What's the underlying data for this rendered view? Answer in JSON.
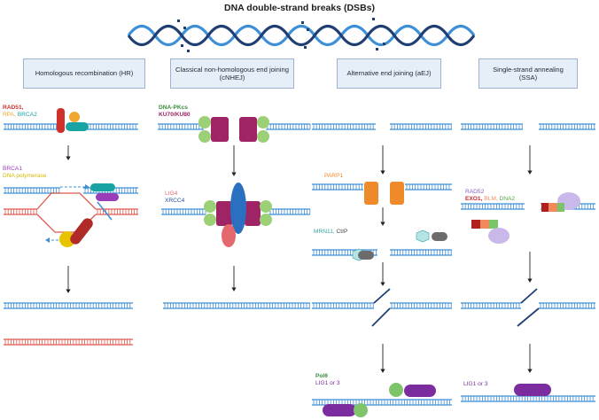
{
  "title": "DNA double-strand breaks (DSBs)",
  "pathways": [
    {
      "name": "Homologous recombination (HR)"
    },
    {
      "name": "Classical non-homologous end joining (cNHEJ)"
    },
    {
      "name": "Alternative end joining (aEJ)"
    },
    {
      "name": "Single-strand annealing (SSA)"
    }
  ],
  "labels": {
    "hr_rad51": "RAD51,",
    "hr_rpa": "RPA,",
    "hr_brca2": "BRCA2",
    "hr_brca1": "BRCA1",
    "hr_dnapol": "DNA polymerase",
    "nhej_dnapkcs": "DNA-PKcs",
    "nhej_ku": "KU70/KU80",
    "nhej_lig4": "LIG4",
    "nhej_xrcc4": "XRCC4",
    "aej_parp1": "PARP1",
    "aej_mrn11": "MRN11,",
    "aej_ctip": "CtIP",
    "aej_polq": "Polθ",
    "aej_lig": "LIG1 or 3",
    "ssa_rad52": "RAD52",
    "ssa_exo1": "EXO1,",
    "ssa_blm": "BLM,",
    "ssa_dna2": "DNA2",
    "ssa_lig": "LIG1 or 3"
  },
  "colors": {
    "dna_blue": "#3d8fd6",
    "dna_navy": "#1f3f73",
    "strand_red": "#e0574f",
    "rad51": "#d0302c",
    "rpa": "#f0a830",
    "brca2": "#1aa3a3",
    "brca1": "#9a3db8",
    "dnapol": "#d4b800",
    "dnapkcs": "#3b8d3b",
    "ku": "#9e2466",
    "lig4": "#e4686d",
    "xrcc4": "#2a4fa5",
    "parp1": "#ef8a2b",
    "mrn11": "#36a4a4",
    "ctip": "#555555",
    "polq": "#3b8d3b",
    "lig13": "#7b2da0",
    "rad52": "#8a62c4",
    "exo1": "#c42a2a",
    "blm": "#f08a5a",
    "dna2": "#5aa648"
  }
}
